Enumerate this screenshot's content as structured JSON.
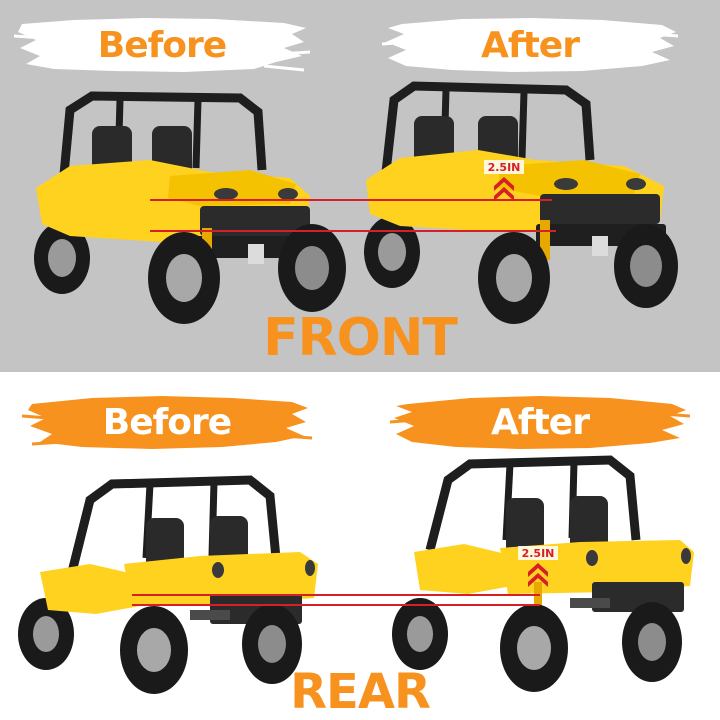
{
  "colors": {
    "orange": "#f7921e",
    "yellow": "#ffd21f",
    "red_line": "#d61f26",
    "gray_bg": "#c4c4c4"
  },
  "front": {
    "before_label": "Before",
    "after_label": "After",
    "title": "FRONT",
    "lift_label": "2.5IN"
  },
  "rear": {
    "before_label": "Before",
    "after_label": "After",
    "title": "REAR",
    "lift_label": "2.5IN"
  }
}
